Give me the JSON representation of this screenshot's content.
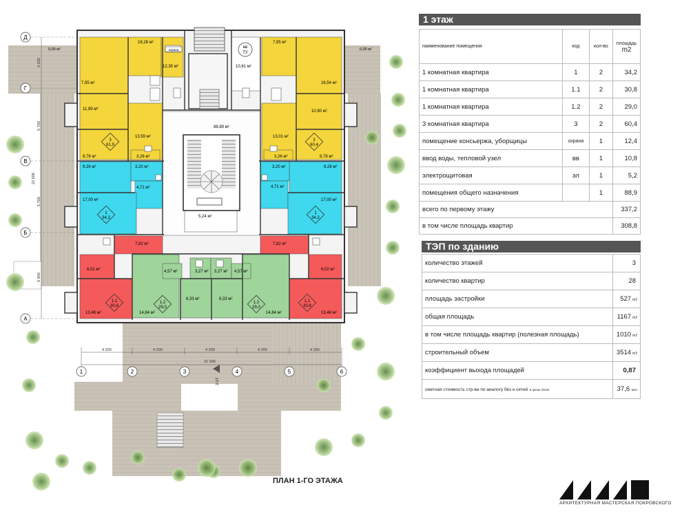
{
  "plan": {
    "title": "ПЛАН 1-ГО ЭТАЖА",
    "axes_letters": [
      "Д",
      "Г",
      "В",
      "Б",
      "А"
    ],
    "axes_numbers": [
      "1",
      "2",
      "3",
      "4",
      "5",
      "6"
    ],
    "dims_bottom": [
      "4 200",
      "4 200",
      "4 200",
      "4 200",
      "4 200"
    ],
    "dim_total": "21 000",
    "dims_left": [
      "4 200",
      "5 700",
      "22 500",
      "5 700",
      "6 900"
    ],
    "section_mark": "2-17",
    "rooms": [
      {
        "l": "7,95 м²",
        "c": "#f4d53b"
      },
      {
        "l": "16,28 м²",
        "c": "#f4d53b"
      },
      {
        "l": "12,35 м²",
        "c": "#f4d53b"
      },
      {
        "l": "11,99 м²",
        "c": "#f4d53b"
      },
      {
        "l": "13,59 м²",
        "c": "#f4d53b"
      },
      {
        "l": "8,78 м²",
        "c": "#f4d53b"
      },
      {
        "l": "3,26 м²",
        "c": "#f4d53b"
      },
      {
        "l": "7,95 м²",
        "c": "#f4d53b"
      },
      {
        "l": "16,54 м²",
        "c": "#f4d53b"
      },
      {
        "l": "10,90 м²",
        "c": "#f4d53b"
      },
      {
        "l": "13,01 м²",
        "c": "#f4d53b"
      },
      {
        "l": "8,78 м²",
        "c": "#f4d53b"
      },
      {
        "l": "3,26 м²",
        "c": "#f4d53b"
      },
      {
        "l": "9,26 м²",
        "c": "#3fd8ee"
      },
      {
        "l": "3,20 м²",
        "c": "#3fd8ee"
      },
      {
        "l": "4,71 м²",
        "c": "#3fd8ee"
      },
      {
        "l": "17,00 м²",
        "c": "#3fd8ee"
      },
      {
        "l": "9,26 м²",
        "c": "#3fd8ee"
      },
      {
        "l": "3,20 м²",
        "c": "#3fd8ee"
      },
      {
        "l": "4,71 м²",
        "c": "#3fd8ee"
      },
      {
        "l": "17,00 м²",
        "c": "#3fd8ee"
      },
      {
        "l": "7,82 м²",
        "c": "#f45a5a"
      },
      {
        "l": "6,02 м²",
        "c": "#f45a5a"
      },
      {
        "l": "13,48 м²",
        "c": "#f45a5a"
      },
      {
        "l": "7,82 м²",
        "c": "#f45a5a"
      },
      {
        "l": "6,02 м²",
        "c": "#f45a5a"
      },
      {
        "l": "13,48 м²",
        "c": "#f45a5a"
      },
      {
        "l": "14,84 м²",
        "c": "#9fd49a"
      },
      {
        "l": "6,33 м²",
        "c": "#9fd49a"
      },
      {
        "l": "6,33 м²",
        "c": "#9fd49a"
      },
      {
        "l": "14,84 м²",
        "c": "#9fd49a"
      },
      {
        "l": "4,57 м²",
        "c": "#9fd49a"
      },
      {
        "l": "3,27 м²",
        "c": "#9fd49a"
      },
      {
        "l": "3,27 м²",
        "c": "#9fd49a"
      },
      {
        "l": "4,57 м²",
        "c": "#9fd49a"
      },
      {
        "l": "88,89 м²",
        "c": "#ffffff"
      },
      {
        "l": "5,24 м²",
        "c": "#ffffff"
      },
      {
        "l": "10,81 м²",
        "c": "#ffffff"
      },
      {
        "l": "0,00 м²",
        "c": "#ffffff"
      },
      {
        "l": "0,00 м²",
        "c": "#ffffff"
      }
    ],
    "badges": [
      {
        "t": "3",
        "n": "61,9"
      },
      {
        "t": "3",
        "n": "60,4"
      },
      {
        "t": "1",
        "n": "34,2"
      },
      {
        "t": "1",
        "n": "34,2"
      },
      {
        "t": "1.1",
        "n": "30,8"
      },
      {
        "t": "1.1",
        "n": "30,8"
      },
      {
        "t": "1.2",
        "n": "29,0"
      },
      {
        "t": "1.2",
        "n": "29,0"
      }
    ],
    "tags": [
      "вв",
      "ТУ",
      "охрана"
    ]
  },
  "floor1": {
    "title": "1 этаж",
    "headers": {
      "name": "наименование помещения",
      "code": "код",
      "qty": "кол-во",
      "area_top": "площадь",
      "area_unit": "m2"
    },
    "rows": [
      {
        "name": "1 комнатная квартира",
        "code": "1",
        "qty": "2",
        "area": "34,2"
      },
      {
        "name": "1 комнатная квартира",
        "code": "1.1",
        "qty": "2",
        "area": "30,8"
      },
      {
        "name": "1 комнатная квартира",
        "code": "1.2",
        "qty": "2",
        "area": "29,0"
      },
      {
        "name": "3 комнатная квартира",
        "code": "3",
        "qty": "2",
        "area": "60,4"
      },
      {
        "name": "помещение консьержа, уборщицы",
        "code": "охрана",
        "qty": "1",
        "area": "12,4"
      },
      {
        "name": "ввод воды, тепловой узел",
        "code": "вв",
        "qty": "1",
        "area": "10,8"
      },
      {
        "name": "электрощитовая",
        "code": "эл",
        "qty": "1",
        "area": "5,2"
      },
      {
        "name": "помещения общего назначения",
        "code": "",
        "qty": "1",
        "area": "88,9"
      }
    ],
    "total_label": "всего по первому этажу",
    "total": "337,2",
    "apt_label": "в том числе площадь квартир",
    "apt_total": "308,8"
  },
  "tep": {
    "title": "ТЭП по зданию",
    "rows": [
      {
        "name": "количество этажей",
        "val": "3",
        "unit": ""
      },
      {
        "name": "количество квартир",
        "val": "28",
        "unit": ""
      },
      {
        "name": "площадь застройки",
        "val": "527",
        "unit": "m2"
      },
      {
        "name": "общая площадь",
        "val": "1167",
        "unit": "m2"
      },
      {
        "name": "в том числе площадь квартир (полезная площадь)",
        "val": "1010",
        "unit": "m2"
      },
      {
        "name": "строительный объем",
        "val": "3514",
        "unit": "m3"
      },
      {
        "name": "коэффициент выхода площадей",
        "val": "0,87",
        "unit": ""
      }
    ],
    "cost_label": "сметная стоимость стр-ва по аналогу без н.сетей",
    "cost_note": "в ценах 2013г.",
    "cost_val": "37,6",
    "cost_unit": "млн"
  },
  "logo": {
    "text": "АРХИТЕКТУРНАЯ МАСТЕРСКАЯ ПОКРОВСКОГО"
  }
}
